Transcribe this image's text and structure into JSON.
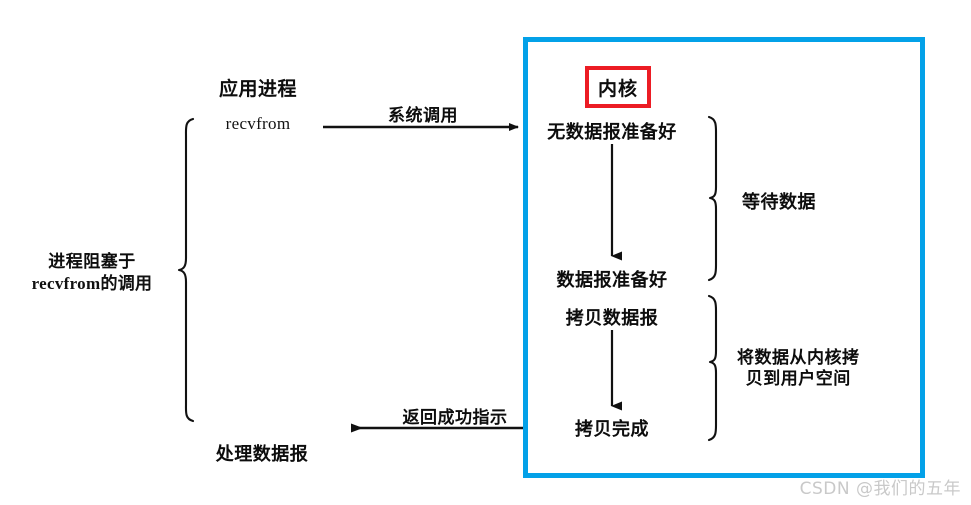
{
  "diagram": {
    "title": "blocking-io-model",
    "colors": {
      "kernel_frame": "#03a1e8",
      "kernel_title_highlight": "#ec1c24",
      "stroke": "#111111",
      "background": "#ffffff",
      "watermark": "#c9c9c9"
    }
  },
  "application": {
    "heading": "应用进程",
    "call_label": "recvfrom",
    "blocked_note_line1": "进程阻塞于",
    "blocked_note_line2": "recvfrom的调用",
    "result_label": "处理数据报"
  },
  "kernel": {
    "title": "内核",
    "steps": [
      {
        "label": "无数据报准备好"
      },
      {
        "label": "数据报准备好"
      },
      {
        "label": "拷贝数据报"
      },
      {
        "label": "拷贝完成"
      }
    ],
    "phases": [
      {
        "label": "等待数据"
      },
      {
        "label_line1": "将数据从内核拷",
        "label_line2": "贝到用户空间"
      }
    ]
  },
  "arrows": {
    "syscall_label": "系统调用",
    "return_label": "返回成功指示"
  },
  "watermark": {
    "text": "CSDN @我们的五年"
  }
}
